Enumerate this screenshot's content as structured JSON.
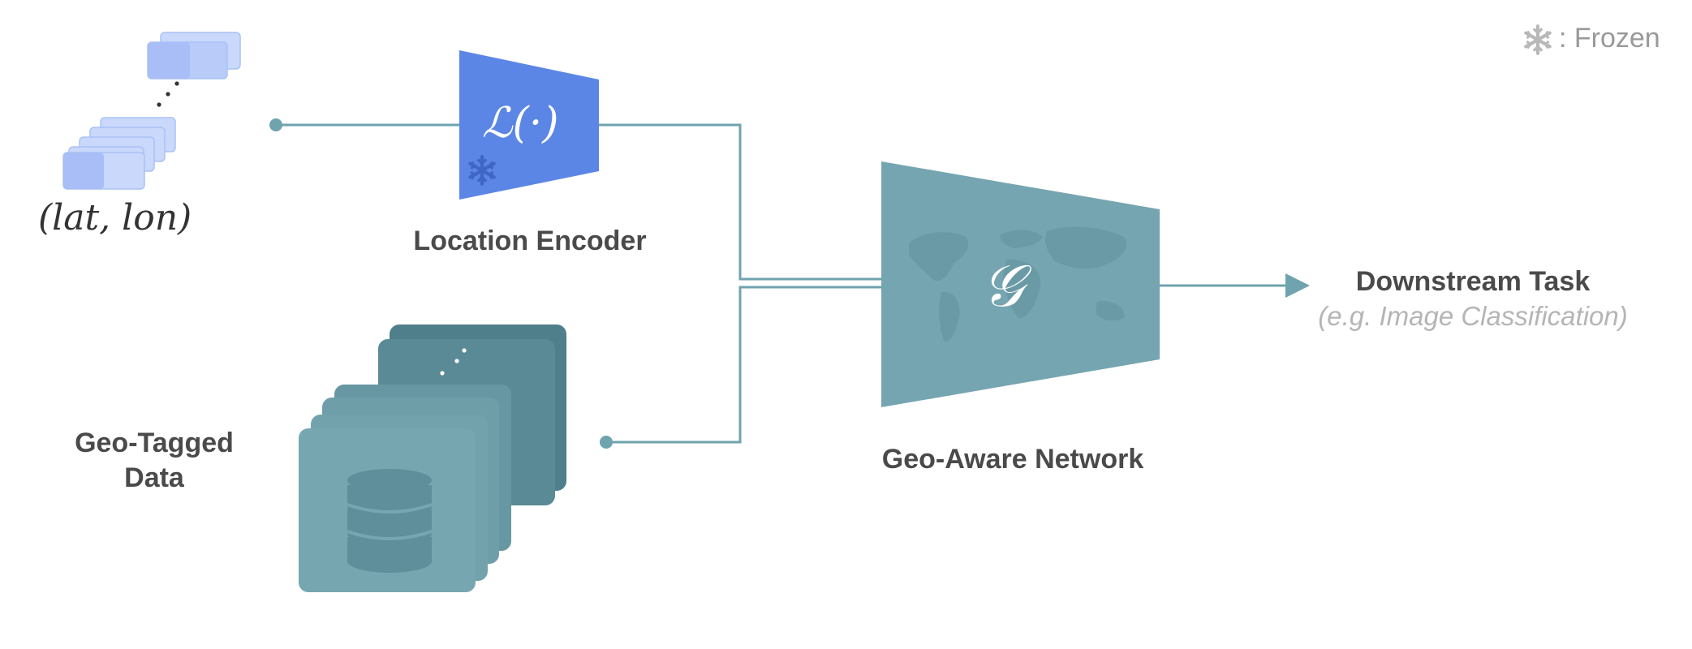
{
  "legend": {
    "icon": "snowflake-icon",
    "text": ": Frozen"
  },
  "location_input": {
    "label": "(lat, lon)"
  },
  "location_encoder": {
    "symbol": "ℒ(·)",
    "label": "Location Encoder",
    "frozen_icon": "snowflake-icon"
  },
  "geo_tagged_data": {
    "label_line1": "Geo-Tagged",
    "label_line2": "Data",
    "icon": "database-icon"
  },
  "geo_aware_network": {
    "symbol": "𝒢",
    "label": "Geo-Aware Network"
  },
  "downstream": {
    "title": "Downstream Task",
    "subtitle": "(e.g. Image Classification)"
  },
  "colors": {
    "encoder_blue": "#5b86e5",
    "network_teal": "#75a5b0",
    "line_teal": "#6fa3ae",
    "light_blue_card": "#c9d8fb",
    "card_blue_dark": "#a9bdf7",
    "data_dark": "#4f7f8a",
    "data_light": "#76a7b1",
    "text_dark": "#4a4a4a",
    "text_gray": "#b5b5b5"
  }
}
